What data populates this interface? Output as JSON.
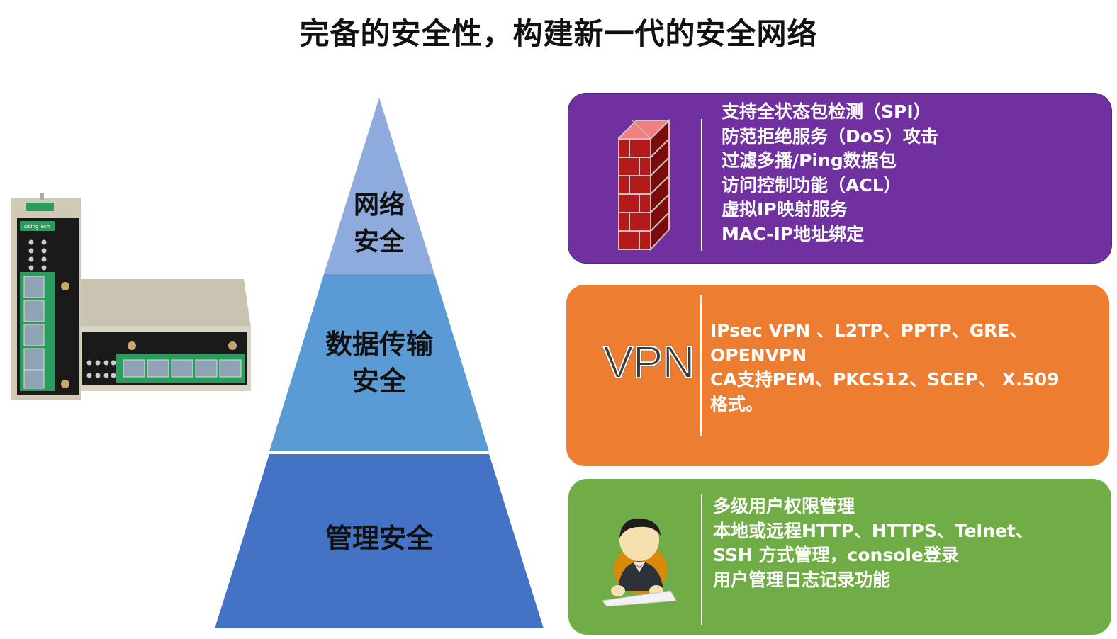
{
  "title": "完备的安全性，构建新一代的安全网络",
  "device": {
    "brand_label": "DoingTech"
  },
  "pyramid": {
    "levels": [
      {
        "line1": "网络",
        "line2": "安全",
        "color": "#8faadc"
      },
      {
        "line1": "数据传输",
        "line2": "安全",
        "color": "#5b9bd5"
      },
      {
        "line1": "管理安全",
        "line2": "",
        "color": "#4472c4"
      }
    ]
  },
  "panels": [
    {
      "id": "firewall",
      "color": "#7030a0",
      "icon": "firewall-brick-icon",
      "lines": [
        "支持全状态包检测（SPI）",
        "防范拒绝服务（DoS）攻击",
        "过滤多播/Ping数据包",
        "访问控制功能（ACL）",
        "虚拟IP映射服务",
        "MAC-IP地址绑定"
      ]
    },
    {
      "id": "vpn",
      "color": "#ed7d31",
      "icon_text": "VPN",
      "lines": [
        "IPsec VPN 、L2TP、PPTP、GRE、",
        "OPENVPN",
        "CA支持PEM、PKCS12、SCEP、 X.509",
        "格式。"
      ]
    },
    {
      "id": "management",
      "color": "#70ad47",
      "icon": "admin-user-icon",
      "lines": [
        "多级用户权限管理",
        "本地或远程HTTP、HTTPS、Telnet、",
        "SSH 方式管理，console登录",
        "用户管理日志记录功能"
      ]
    }
  ]
}
